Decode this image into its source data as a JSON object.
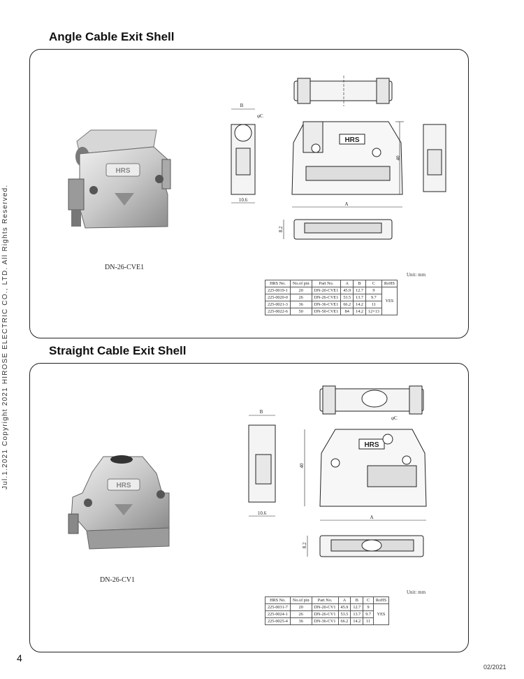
{
  "side_copyright": "Jul.1.2021 Copyright 2021 HIROSE ELECTRIC CO., LTD. All Rights Reserved.",
  "page_number": "4",
  "date_code": "02/2021",
  "sections": [
    {
      "title": "Angle Cable Exit Shell",
      "photo_caption": "DN-26-CVE1",
      "logo_text": "HRS",
      "dims": {
        "b": "B",
        "c": "φC",
        "w": "10.6",
        "a": "A",
        "h": "40",
        "t": "8.2"
      },
      "unit": "Unit: mm",
      "table": {
        "headers": [
          "HRS No.",
          "No.of pin",
          "Part No.",
          "A",
          "B",
          "C",
          "RoHS"
        ],
        "rows": [
          [
            "225-0019-1",
            "20",
            "DN-20-CVE1",
            "45.9",
            "12.7",
            "9"
          ],
          [
            "225-0020-0",
            "26",
            "DN-26-CVE1",
            "53.5",
            "13.7",
            "9.7"
          ],
          [
            "225-0021-3",
            "36",
            "DN-36-CVE1",
            "66.2",
            "14.2",
            "11"
          ],
          [
            "225-0022-6",
            "50",
            "DN-50-CVE1",
            "84",
            "14.2",
            "12×13"
          ]
        ],
        "rohs": "YES"
      }
    },
    {
      "title": "Straight Cable Exit Shell",
      "photo_caption": "DN-26-CV1",
      "logo_text": "HRS",
      "dims": {
        "b": "B",
        "c": "φC",
        "w": "10.6",
        "a": "A",
        "h": "40",
        "t": "8.2"
      },
      "unit": "Unit: mm",
      "table": {
        "headers": [
          "HRS No.",
          "No.of pin",
          "Part No.",
          "A",
          "B",
          "C",
          "RoHS"
        ],
        "rows": [
          [
            "225-0031-7",
            "20",
            "DN-20-CV1",
            "45.9",
            "12.7",
            "9"
          ],
          [
            "225-0024-1",
            "26",
            "DN-26-CV1",
            "53.5",
            "13.7",
            "9.7"
          ],
          [
            "225-0025-4",
            "36",
            "DN-36-CV1",
            "66.2",
            "14.2",
            "11"
          ]
        ],
        "rohs": "YES"
      }
    }
  ]
}
